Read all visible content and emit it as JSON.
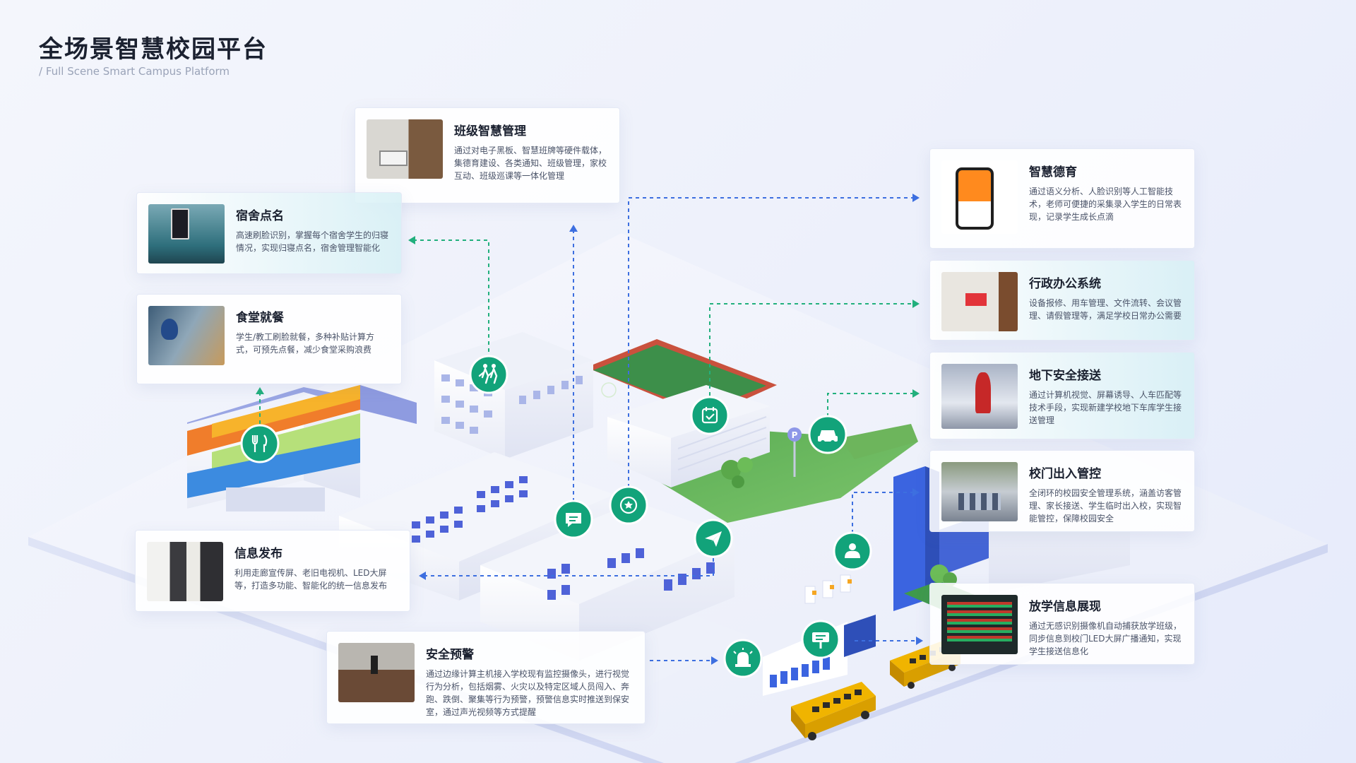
{
  "header": {
    "title": "全场景智慧校园平台",
    "subtitle": "/  Full Scene Smart Campus Platform"
  },
  "colors": {
    "accent_green": "#12a37a",
    "arrow_green": "#22b07d",
    "arrow_blue": "#3d6fe0",
    "bus_yellow": "#f0b400"
  },
  "cards": {
    "class": {
      "title": "班级智慧管理",
      "desc": "通过对电子黑板、智慧班牌等硬件载体，集德育建设、各类通知、班级管理，家校互动、班级巡课等一体化管理"
    },
    "dorm": {
      "title": "宿舍点名",
      "desc": "高速刷脸识别，掌握每个宿舍学生的归寝情况，实现归寝点名，宿舍管理智能化"
    },
    "canteen": {
      "title": "食堂就餐",
      "desc": "学生/教工刷脸就餐，多种补贴计算方式，可预先点餐，减少食堂采购浪费"
    },
    "info": {
      "title": "信息发布",
      "desc": "利用走廊宣传屏、老旧电视机、LED大屏等，打造多功能、智能化的统一信息发布"
    },
    "safety": {
      "title": "安全预警",
      "desc": "通过边缘计算主机接入学校现有监控摄像头，进行视觉行为分析，包括烟雾、火灾以及特定区域人员闯入、奔跑、跌倒、聚集等行为预警，预警信息实时推送到保安室，通过声光视频等方式提醒"
    },
    "moral": {
      "title": "智慧德育",
      "desc": "通过语义分析、人脸识别等人工智能技术，老师可便捷的采集录入学生的日常表现，记录学生成长点滴"
    },
    "admin": {
      "title": "行政办公系统",
      "desc": "设备报修、用车管理、文件流转、会议管理、请假管理等，满足学校日常办公需要"
    },
    "parking": {
      "title": "地下安全接送",
      "desc": "通过计算机视觉、屏幕诱导、人车匹配等技术手段，实现新建学校地下车库学生接送管理"
    },
    "gate": {
      "title": "校门出入管控",
      "desc": "全闭环的校园安全管理系统，涵盖访客管理、家长接送、学生临时出入校，实现智能管控，保障校园安全"
    },
    "dismiss": {
      "title": "放学信息展现",
      "desc": "通过无感识别摄像机自动捕获放学班级，同步信息到校门LED大屏广播通知，实现学生接送信息化"
    }
  },
  "scene": {
    "parking_sign_label": "P"
  },
  "icons": {
    "pedestrian": "pedestrian-icon",
    "checklist": "checklist-icon",
    "car": "car-icon",
    "fork_knife": "fork-knife-icon",
    "message": "message-icon",
    "badge": "badge-icon",
    "paper_plane": "paper-plane-icon",
    "visitor": "visitor-icon",
    "signboard": "signboard-icon",
    "alarm": "alarm-icon",
    "parking_sign": "parking-sign-icon"
  }
}
